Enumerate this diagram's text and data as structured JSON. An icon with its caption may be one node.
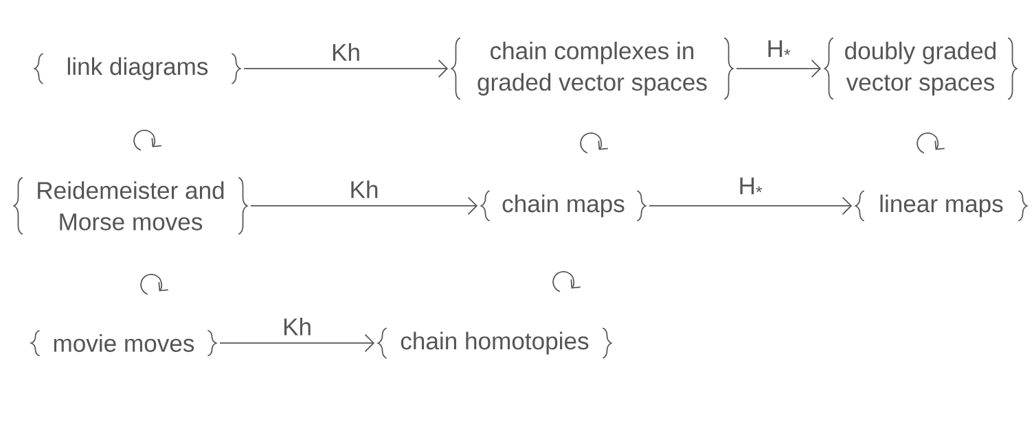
{
  "diagram": {
    "nodes": [
      {
        "text": [
          "link diagrams"
        ]
      },
      {
        "text": [
          "chain complexes in graded vector spaces"
        ]
      },
      {
        "text": [
          "doubly graded vector spaces"
        ]
      },
      {
        "text": [
          "Reidemeister and Morse moves"
        ]
      },
      {
        "text": [
          "chain maps"
        ]
      },
      {
        "text": [
          "linear maps"
        ]
      },
      {
        "text": [
          "movie moves"
        ]
      },
      {
        "text": [
          "chain homotopies"
        ]
      }
    ],
    "edges": [
      {
        "from": 0,
        "to": 1,
        "arrow": "to",
        "label": "Kh"
      },
      {
        "from": 1,
        "to": 2,
        "arrow": "to",
        "label": "H$_{*}$"
      },
      {
        "from": 3,
        "to": 4,
        "arrow": "to",
        "label": "Kh"
      },
      {
        "from": 4,
        "to": 5,
        "arrow": "to",
        "label": "H$_{*}$"
      },
      {
        "from": 6,
        "to": 7,
        "arrow": "to",
        "label": "Kh"
      }
    ]
  }
}
